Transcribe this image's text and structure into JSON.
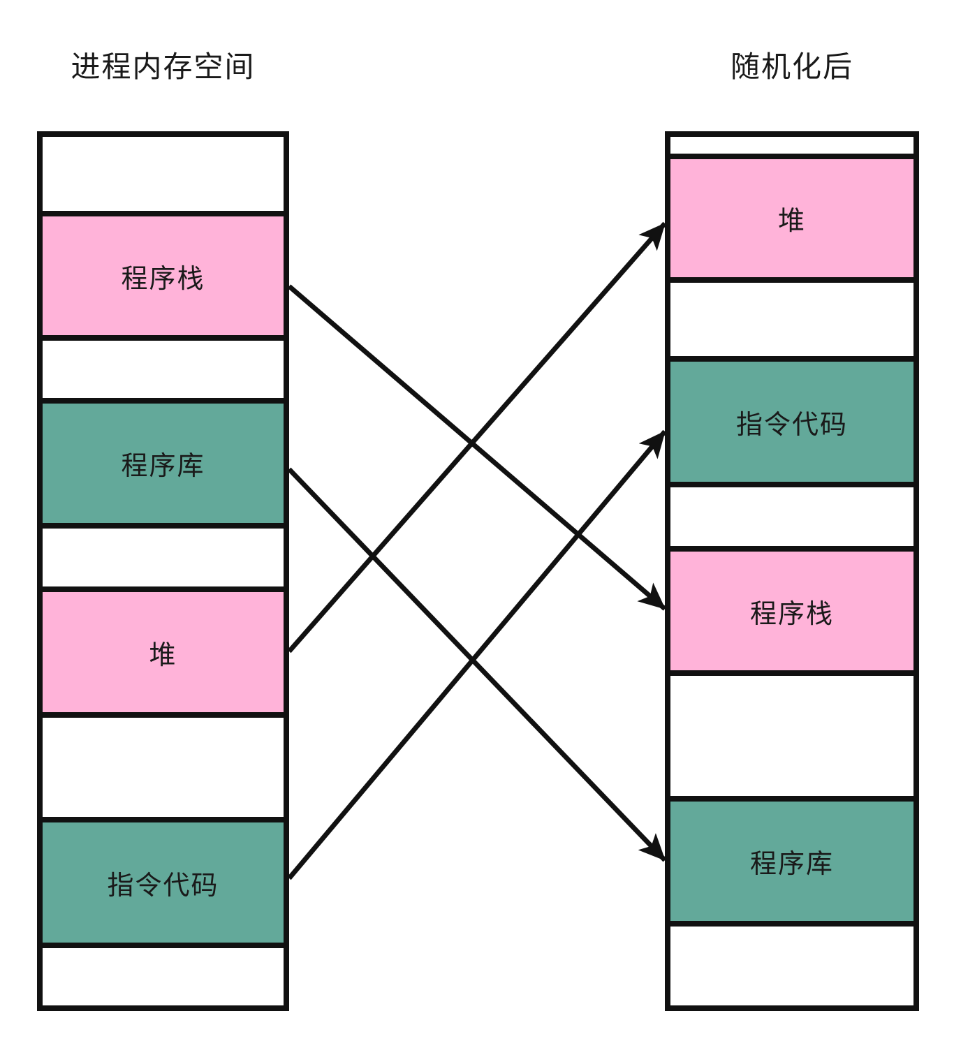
{
  "diagram": {
    "left_column": {
      "title": "进程内存空间",
      "segments": [
        {
          "type": "empty",
          "label": ""
        },
        {
          "type": "stack",
          "label": "程序栈",
          "color": "pink"
        },
        {
          "type": "empty",
          "label": ""
        },
        {
          "type": "library",
          "label": "程序库",
          "color": "green"
        },
        {
          "type": "empty",
          "label": ""
        },
        {
          "type": "heap",
          "label": "堆",
          "color": "pink"
        },
        {
          "type": "empty",
          "label": ""
        },
        {
          "type": "code",
          "label": "指令代码",
          "color": "green"
        },
        {
          "type": "empty",
          "label": ""
        }
      ]
    },
    "right_column": {
      "title": "随机化后",
      "segments": [
        {
          "type": "empty",
          "label": ""
        },
        {
          "type": "heap",
          "label": "堆",
          "color": "pink"
        },
        {
          "type": "empty",
          "label": ""
        },
        {
          "type": "code",
          "label": "指令代码",
          "color": "green"
        },
        {
          "type": "empty",
          "label": ""
        },
        {
          "type": "stack",
          "label": "程序栈",
          "color": "pink"
        },
        {
          "type": "empty",
          "label": ""
        },
        {
          "type": "library",
          "label": "程序库",
          "color": "green"
        },
        {
          "type": "empty",
          "label": ""
        }
      ]
    },
    "mappings": [
      {
        "from": "程序栈",
        "to": "程序栈"
      },
      {
        "from": "程序库",
        "to": "程序库"
      },
      {
        "from": "堆",
        "to": "堆"
      },
      {
        "from": "指令代码",
        "to": "指令代码"
      }
    ],
    "colors": {
      "pink": "#FFB3D9",
      "green": "#63A99A",
      "line": "#111111",
      "text": "#1A1A1A",
      "background": "#FFFFFF"
    }
  }
}
